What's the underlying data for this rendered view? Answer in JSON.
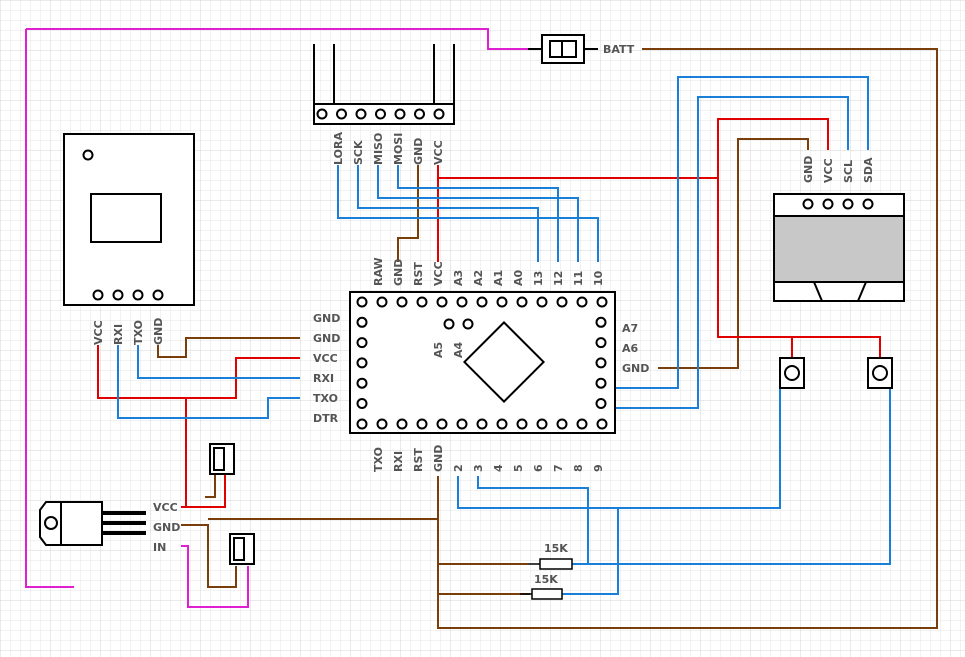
{
  "colors": {
    "grid_minor": "#e6e6e6",
    "grid_major": "#d0d0d0",
    "wire_red": "#e00000",
    "wire_blue": "#1a7fd8",
    "wire_brown": "#7a3e0a",
    "wire_magenta": "#e020d0",
    "outline": "#000000",
    "display_fill": "#c8c8c8",
    "label": "#555555"
  },
  "lora": {
    "pins": [
      "LORA",
      "SCK",
      "MISO",
      "MOSI",
      "GND",
      "VCC"
    ]
  },
  "gps": {
    "pins": [
      "VCC",
      "RXI",
      "TXO",
      "GND"
    ]
  },
  "oled": {
    "pins": [
      "GND",
      "VCC",
      "SCL",
      "SDA"
    ]
  },
  "batt_label": "BATT",
  "ftdi": {
    "labels": [
      "GND",
      "GND",
      "VCC",
      "RXI",
      "TXO",
      "DTR"
    ]
  },
  "arduino": {
    "top_labels": [
      "RAW",
      "GND",
      "RST",
      "VCC",
      "A3",
      "A2",
      "A1",
      "A0",
      "13",
      "12",
      "11",
      "10"
    ],
    "bottom_labels": [
      "TXO",
      "RXI",
      "RST",
      "GND",
      "2",
      "3",
      "4",
      "5",
      "6",
      "7",
      "8",
      "9"
    ],
    "right_labels": [
      "A7",
      "A6",
      "GND"
    ],
    "inner_labels": [
      "A5",
      "A4"
    ]
  },
  "regulator": {
    "labels": [
      "VCC",
      "GND",
      "IN"
    ]
  },
  "resistors": [
    "15K",
    "15K"
  ]
}
